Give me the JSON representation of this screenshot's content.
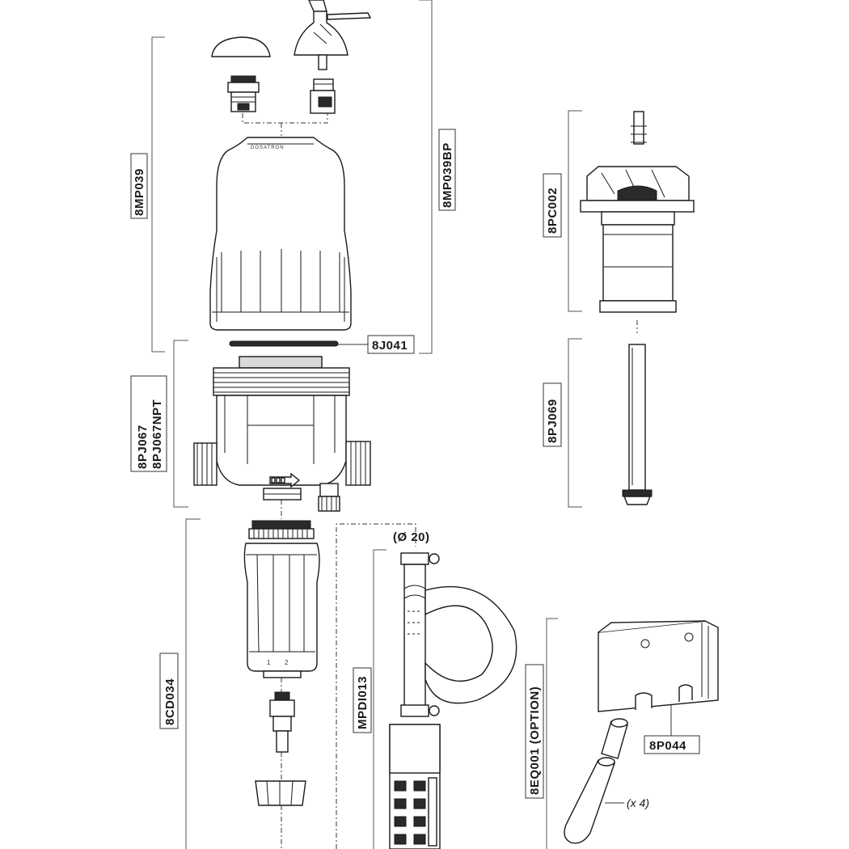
{
  "parts": {
    "top_kit": "8MP039",
    "top_kit_bp": "8MP039BP",
    "seal": "8J041",
    "body_a": "8PJ067",
    "body_b": "8PJ067NPT",
    "cylinder": "8CD034",
    "suction_hose": "MPDI013",
    "hose_diameter": "(Ø 20)",
    "piston": "8PC002",
    "plunger": "8PJ069",
    "bracket_option": "8EQ001 (OPTION)",
    "bracket": "8P044",
    "quantity": "(x 4)"
  }
}
